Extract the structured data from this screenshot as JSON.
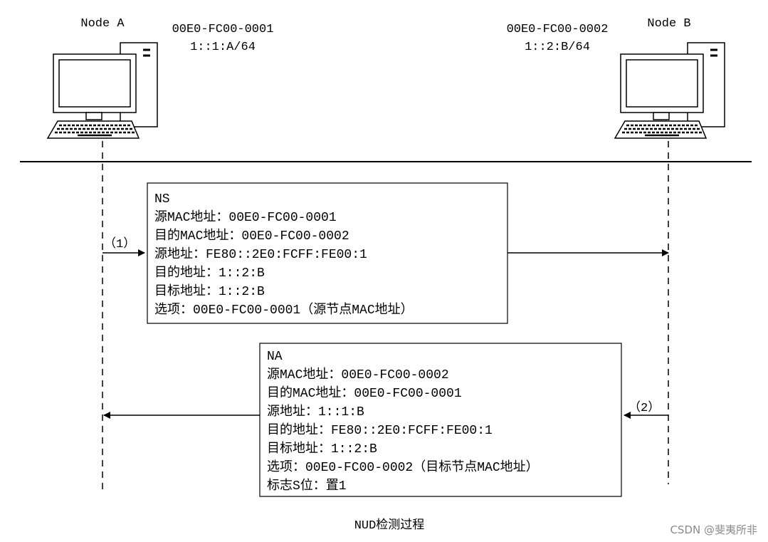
{
  "nodeA": {
    "label": "Node A",
    "mac": "00E0-FC00-0001",
    "ip": "1::1:A/64"
  },
  "nodeB": {
    "label": "Node B",
    "mac": "00E0-FC00-0002",
    "ip": "1::2:B/64"
  },
  "step1": "（1）",
  "step2": "（2）",
  "ns": {
    "lines": [
      "NS",
      "源MAC地址：00E0-FC00-0001",
      "目的MAC地址：00E0-FC00-0002",
      "源地址：FE80::2E0:FCFF:FE00:1",
      "目的地址：1::2:B",
      "目标地址：1::2:B",
      "选项：00E0-FC00-0001（源节点MAC地址）"
    ]
  },
  "na": {
    "lines": [
      "NA",
      "源MAC地址：00E0-FC00-0002",
      "目的MAC地址：00E0-FC00-0001",
      "源地址：1::1:B",
      "目的地址：FE80::2E0:FCFF:FE00:1",
      "目标地址：1::2:B",
      "选项：00E0-FC00-0002（目标节点MAC地址）",
      "标志S位：置1"
    ]
  },
  "caption": "NUD检测过程",
  "watermark": "CSDN @斐夷所非",
  "icons": {
    "computer": "desktop-computer-icon"
  },
  "colors": {
    "stroke": "#000000",
    "watermark": "#8a8a8a"
  }
}
